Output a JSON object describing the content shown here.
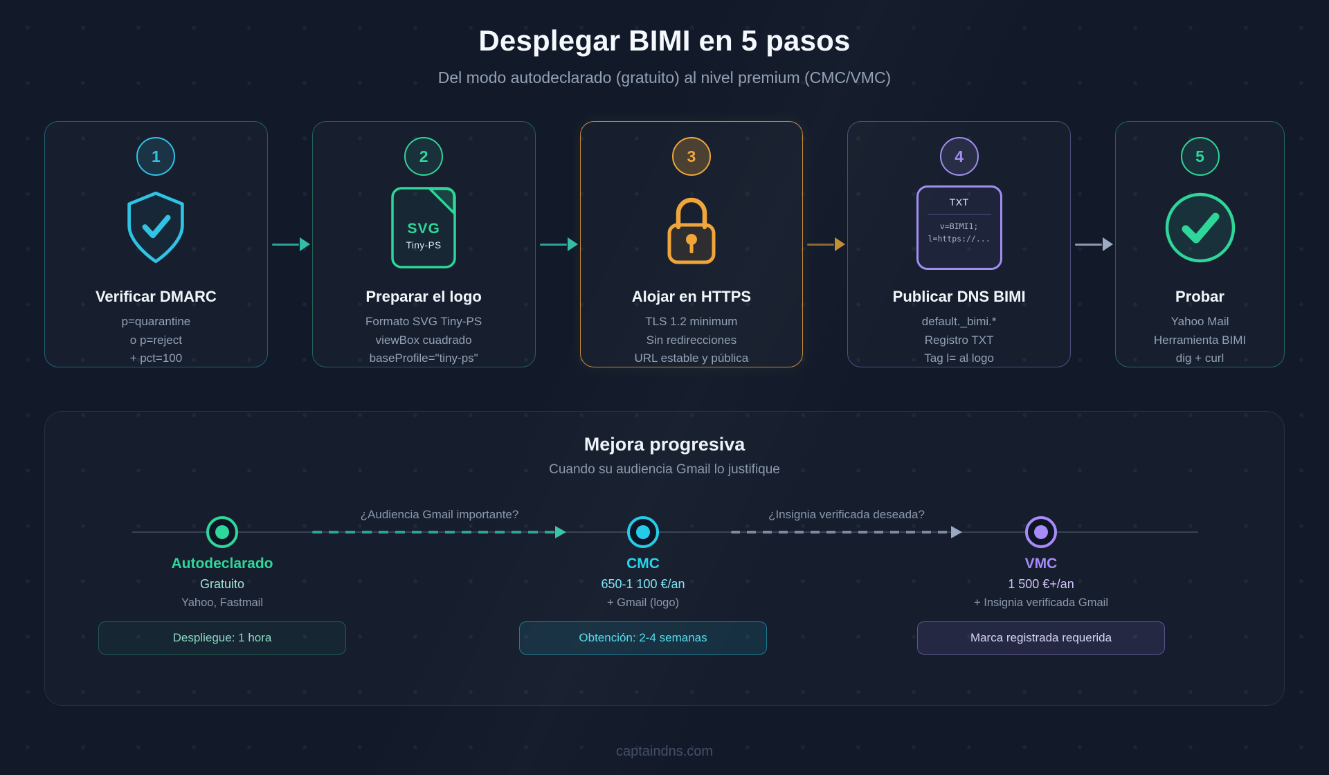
{
  "page": {
    "title": "Desplegar BIMI en 5 pasos",
    "subtitle": "Del modo autodeclarado (gratuito) al nivel premium (CMC/VMC)",
    "footer": "captaindns.com",
    "background_color": "#121a2a"
  },
  "steps": [
    {
      "number": "1",
      "title": "Verificar DMARC",
      "lines": [
        "p=quarantine",
        "o p=reject",
        "+ pct=100"
      ],
      "icon": "shield-check-icon",
      "accent": "#2fc3e4"
    },
    {
      "number": "2",
      "title": "Preparar el logo",
      "lines": [
        "Formato SVG Tiny-PS",
        "viewBox cuadrado",
        "baseProfile=\"tiny-ps\""
      ],
      "icon": "svg-file-icon",
      "icon_label": "SVG",
      "icon_sublabel": "Tiny-PS",
      "accent": "#2fd699"
    },
    {
      "number": "3",
      "title": "Alojar en HTTPS",
      "lines": [
        "TLS 1.2 minimum",
        "Sin redirecciones",
        "URL estable y pública"
      ],
      "icon": "padlock-icon",
      "accent": "#f0a63a",
      "highlighted": true
    },
    {
      "number": "4",
      "title": "Publicar DNS BIMI",
      "lines": [
        "default._bimi.*",
        "Registro TXT",
        "Tag l= al logo"
      ],
      "icon": "dns-txt-record-icon",
      "icon_label": "TXT",
      "icon_code": [
        "v=BIMI1;",
        "l=https://..."
      ],
      "accent": "#a18ff0"
    },
    {
      "number": "5",
      "title": "Probar",
      "lines": [
        "Yahoo Mail",
        "Herramienta BIMI",
        "dig + curl"
      ],
      "icon": "check-circle-icon",
      "accent": "#2fd699"
    }
  ],
  "progression": {
    "title": "Mejora progresiva",
    "subtitle": "Cuando su audiencia Gmail lo justifique",
    "questions": [
      "¿Audiencia Gmail importante?",
      "¿Insignia verificada deseada?"
    ],
    "milestones": [
      {
        "name": "Autodeclarado",
        "price": "Gratuito",
        "note": "Yahoo, Fastmail",
        "badge": "Despliegue: 1 hora",
        "accent": "#2fd699"
      },
      {
        "name": "CMC",
        "price": "650-1 100 €/an",
        "note": "+ Gmail (logo)",
        "badge": "Obtención: 2-4 semanas",
        "accent": "#29d3ef"
      },
      {
        "name": "VMC",
        "price": "1 500 €+/an",
        "note": "+ Insignia verificada Gmail",
        "badge": "Marca registrada requerida",
        "accent": "#a78bfa"
      }
    ]
  }
}
